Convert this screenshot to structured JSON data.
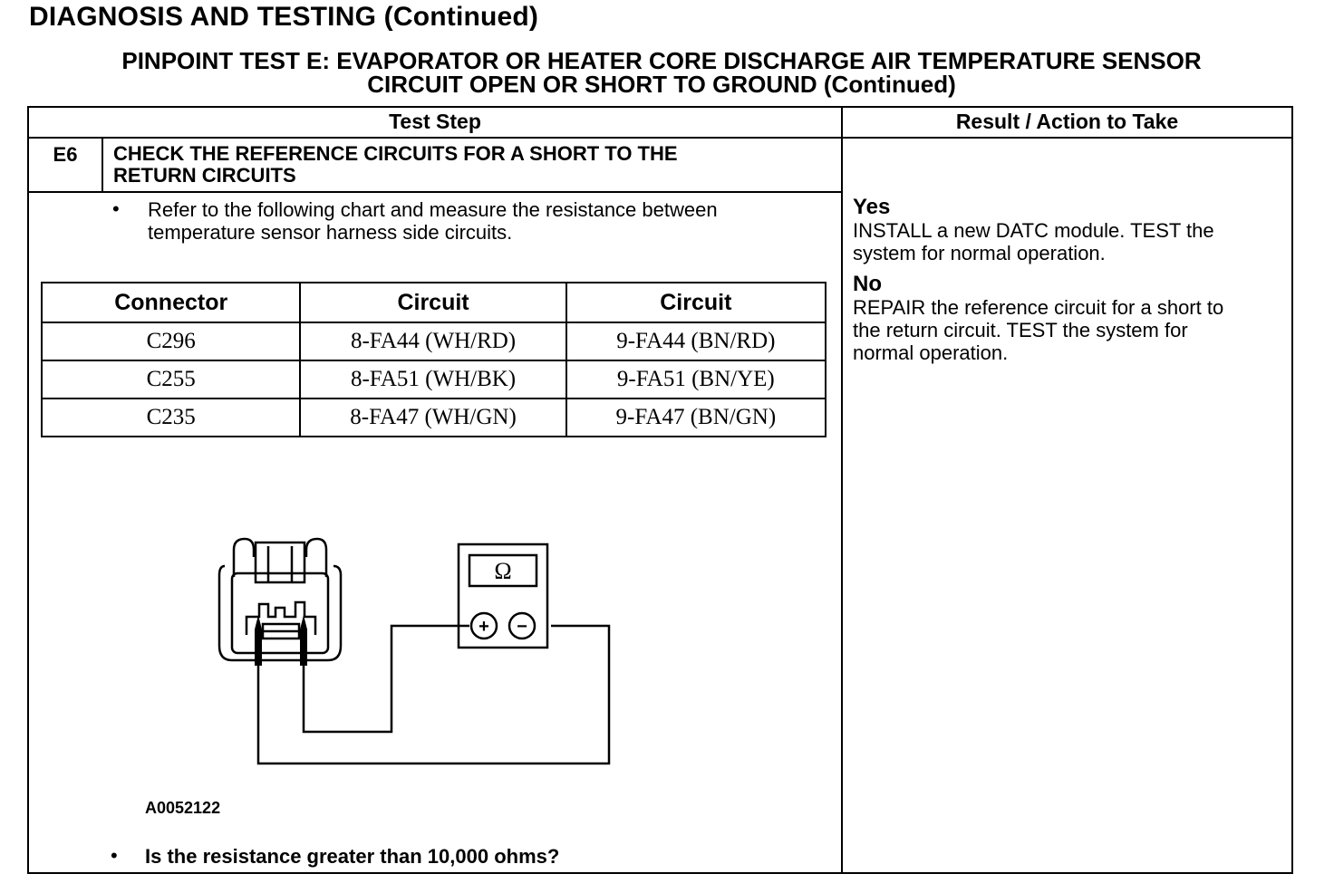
{
  "header": {
    "title": "DIAGNOSIS AND TESTING (Continued)",
    "subtitle_line1": "PINPOINT TEST  E: EVAPORATOR OR HEATER CORE DISCHARGE AIR TEMPERATURE SENSOR",
    "subtitle_line2": "CIRCUIT OPEN OR SHORT TO GROUND (Continued)"
  },
  "columns": {
    "test_step": "Test Step",
    "result": "Result / Action to Take"
  },
  "step": {
    "id": "E6",
    "title_line1": "CHECK THE REFERENCE CIRCUITS FOR A SHORT TO THE",
    "title_line2": "RETURN CIRCUITS",
    "bullet": "•",
    "instruction_line1": "Refer to the following chart and measure the resistance between",
    "instruction_line2": "temperature sensor harness side circuits."
  },
  "circuit_table": {
    "headers": [
      "Connector",
      "Circuit",
      "Circuit"
    ],
    "rows": [
      [
        "C296",
        "8-FA44 (WH/RD)",
        "9-FA44 (BN/RD)"
      ],
      [
        "C255",
        "8-FA51 (WH/BK)",
        "9-FA51 (BN/YE)"
      ],
      [
        "C235",
        "8-FA47 (WH/GN)",
        "9-FA47 (BN/GN)"
      ]
    ]
  },
  "figure": {
    "meter_symbol": "Ω",
    "plus": "+",
    "minus": "−",
    "id": "A0052122"
  },
  "question": "Is the resistance greater than 10,000 ohms?",
  "results": {
    "yes_label": "Yes",
    "yes_line1": "INSTALL a new DATC module. TEST the",
    "yes_line2": "system for normal operation.",
    "no_label": "No",
    "no_line1": "REPAIR the reference circuit for a short to",
    "no_line2": "the return circuit. TEST the system for",
    "no_line3": "normal operation."
  }
}
